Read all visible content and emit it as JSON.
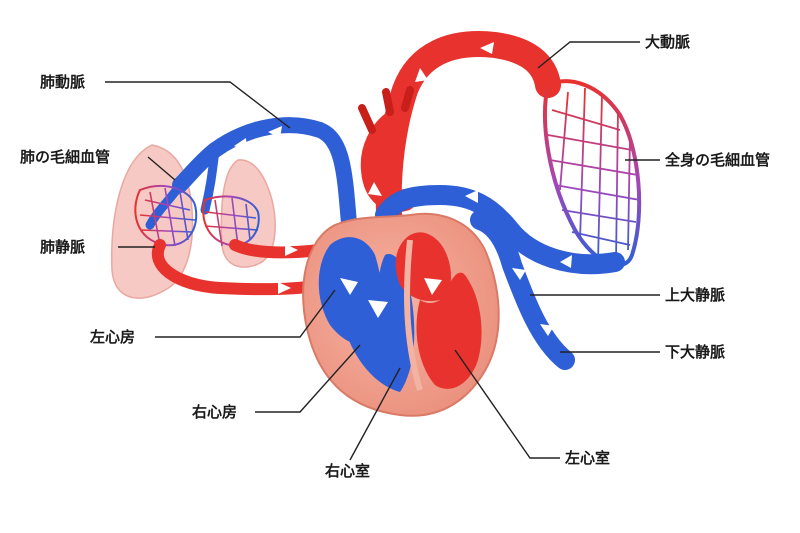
{
  "labels": {
    "pulmonary_artery": "肺動脈",
    "lung_capillaries": "肺の毛細血管",
    "pulmonary_vein": "肺静脈",
    "left_atrium": "左心房",
    "right_atrium": "右心房",
    "right_ventricle": "右心室",
    "left_ventricle": "左心室",
    "aorta": "大動脈",
    "body_capillaries": "全身の毛細血管",
    "superior_vena_cava": "上大静脈",
    "inferior_vena_cava": "下大静脈"
  },
  "colors": {
    "arterial": "#e8322d",
    "venous": "#2f5fd6",
    "muscle": "#f0a090",
    "lung": "#f6c9c4",
    "leader_line": "#222222"
  }
}
